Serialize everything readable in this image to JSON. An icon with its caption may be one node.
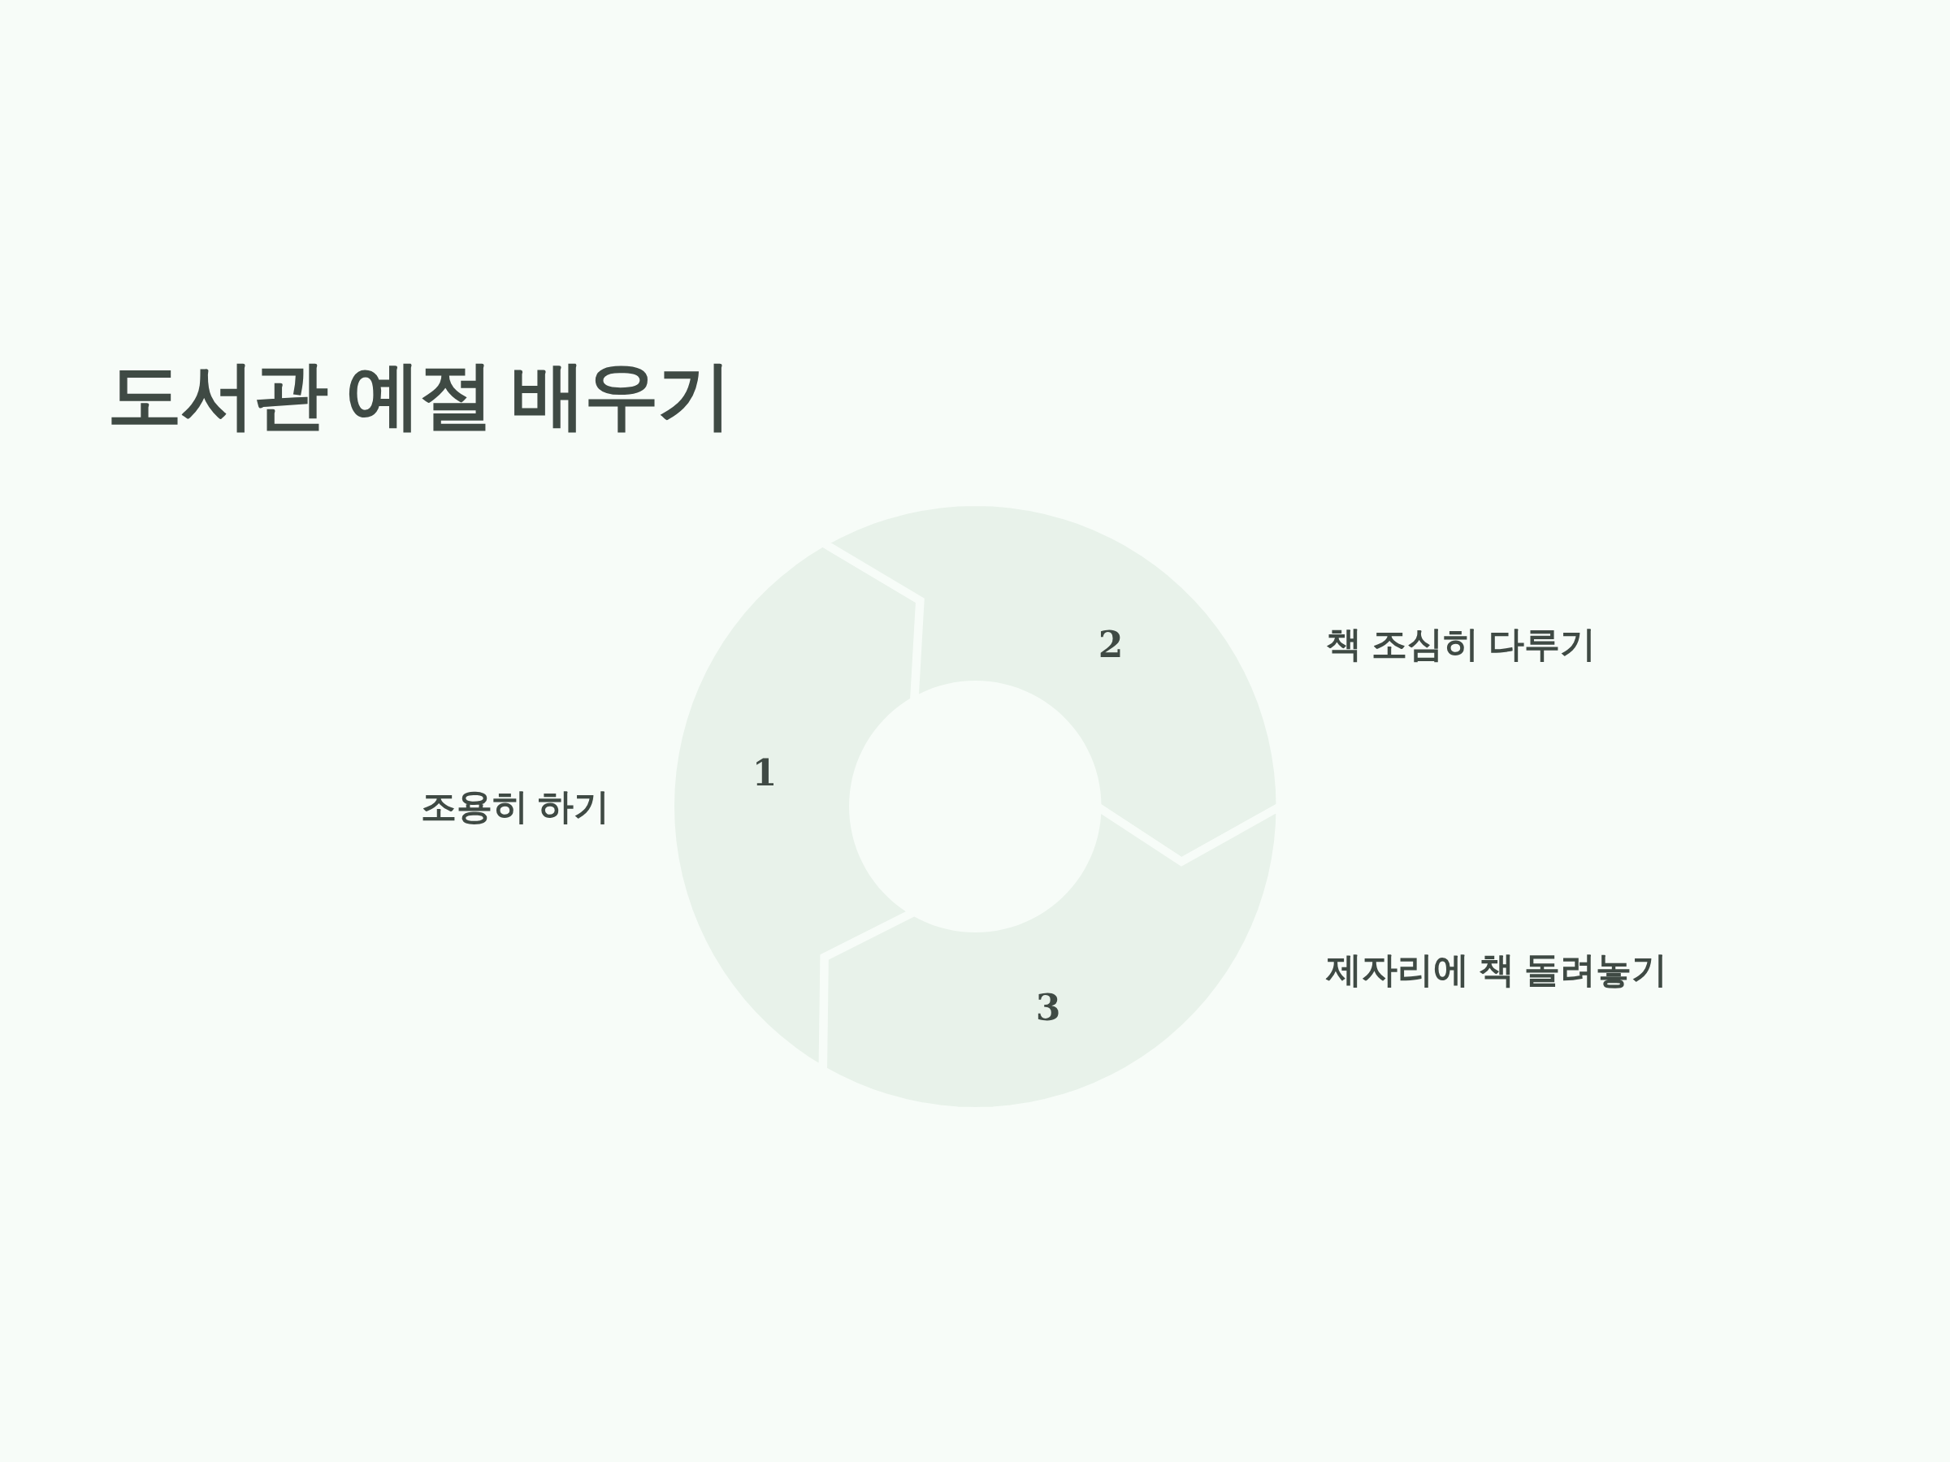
{
  "diagram": {
    "title": "도서관 예절 배우기",
    "nodes": [
      {
        "text": [
          "1"
        ],
        "beside": [
          "조용히 하기"
        ]
      },
      {
        "text": [
          "2"
        ],
        "beside": [
          "책 조심히 다루기"
        ]
      },
      {
        "text": [
          "3"
        ],
        "beside": [
          "제자리에 책 돌려놓기"
        ]
      }
    ]
  }
}
